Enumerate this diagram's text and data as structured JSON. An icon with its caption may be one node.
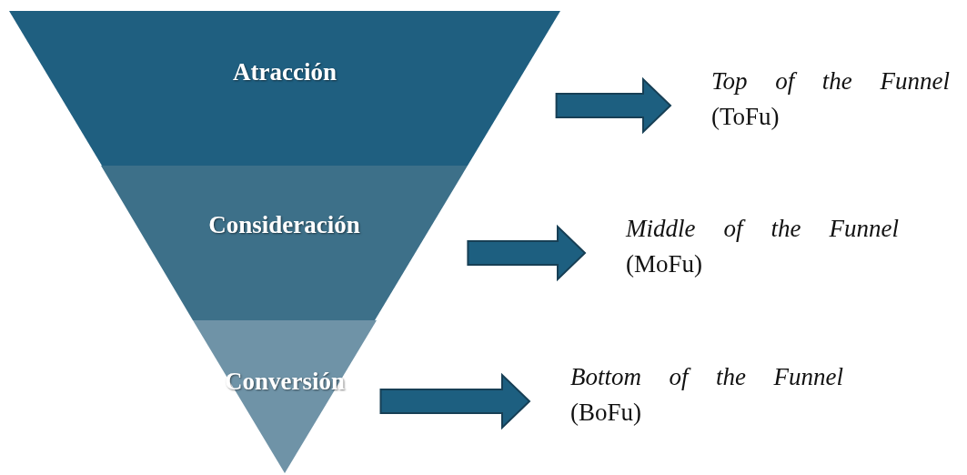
{
  "diagram": {
    "nodes": [
      {
        "text": [
          "Atracción"
        ]
      },
      {
        "text": [
          "Consideración"
        ]
      },
      {
        "text": [
          "Conversión"
        ]
      },
      {
        "text": [
          "*Top of the Funnel* (ToFu)"
        ]
      },
      {
        "text": [
          "*Middle of the Funnel* (MoFu)"
        ]
      },
      {
        "text": [
          "*Bottom of the Funnel* (BoFu)"
        ]
      }
    ],
    "edges": [
      {
        "from": 0,
        "to": 3,
        "arrow": "to"
      },
      {
        "from": 1,
        "to": 4,
        "arrow": "to"
      },
      {
        "from": 2,
        "to": 5,
        "arrow": "to"
      }
    ]
  }
}
